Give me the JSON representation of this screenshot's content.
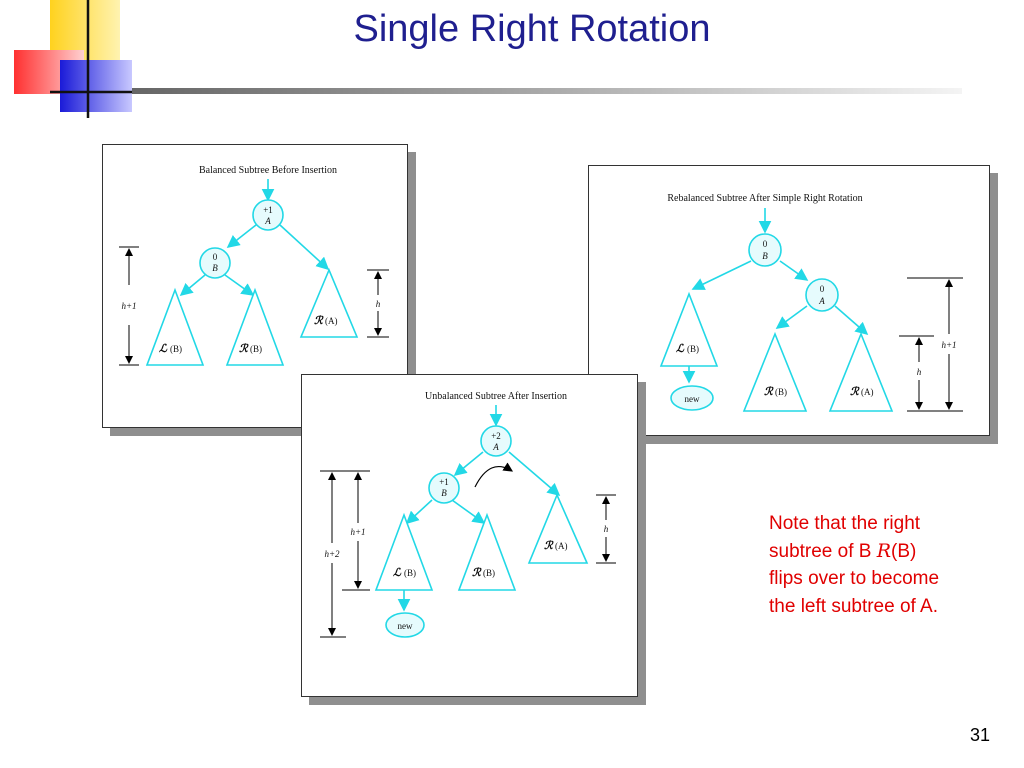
{
  "slide": {
    "title": "Single Right Rotation",
    "page_number": "31",
    "note": {
      "line1": "Note that the right",
      "line2_pre": "subtree of B ",
      "line2_script": "R",
      "line2_post": "(B)",
      "line3": "flips over to become",
      "line4": "the left subtree of A."
    }
  },
  "colors": {
    "title": "#1f1f8f",
    "note": "#e00000",
    "tree_lines": "#22d8e6",
    "tree_nodes": "#e6fbfd"
  },
  "figures": {
    "before": {
      "caption": "Balanced Subtree Before Insertion",
      "root": {
        "bf": "+1",
        "name": "A"
      },
      "child": {
        "bf": "0",
        "name": "B"
      },
      "left_subtree": "(B)",
      "middle_subtree": "(B)",
      "right_subtree": "(A)",
      "height_left": "h+1",
      "height_right": "h"
    },
    "after_insertion": {
      "caption": "Unbalanced Subtree After Insertion",
      "root": {
        "bf": "+2",
        "name": "A"
      },
      "child": {
        "bf": "+1",
        "name": "B"
      },
      "left_subtree": "(B)",
      "middle_subtree": "(B)",
      "right_subtree": "(A)",
      "new_node": "new",
      "height_outer": "h+2",
      "height_inner": "h+1",
      "height_right": "h"
    },
    "after_rotation": {
      "caption": "Rebalanced Subtree After Simple Right Rotation",
      "root": {
        "bf": "0",
        "name": "B"
      },
      "child": {
        "bf": "0",
        "name": "A"
      },
      "left_subtree": "(B)",
      "middle_subtree": "(B)",
      "right_subtree": "(A)",
      "new_node": "new",
      "height_outer": "h+1",
      "height_inner": "h"
    }
  }
}
